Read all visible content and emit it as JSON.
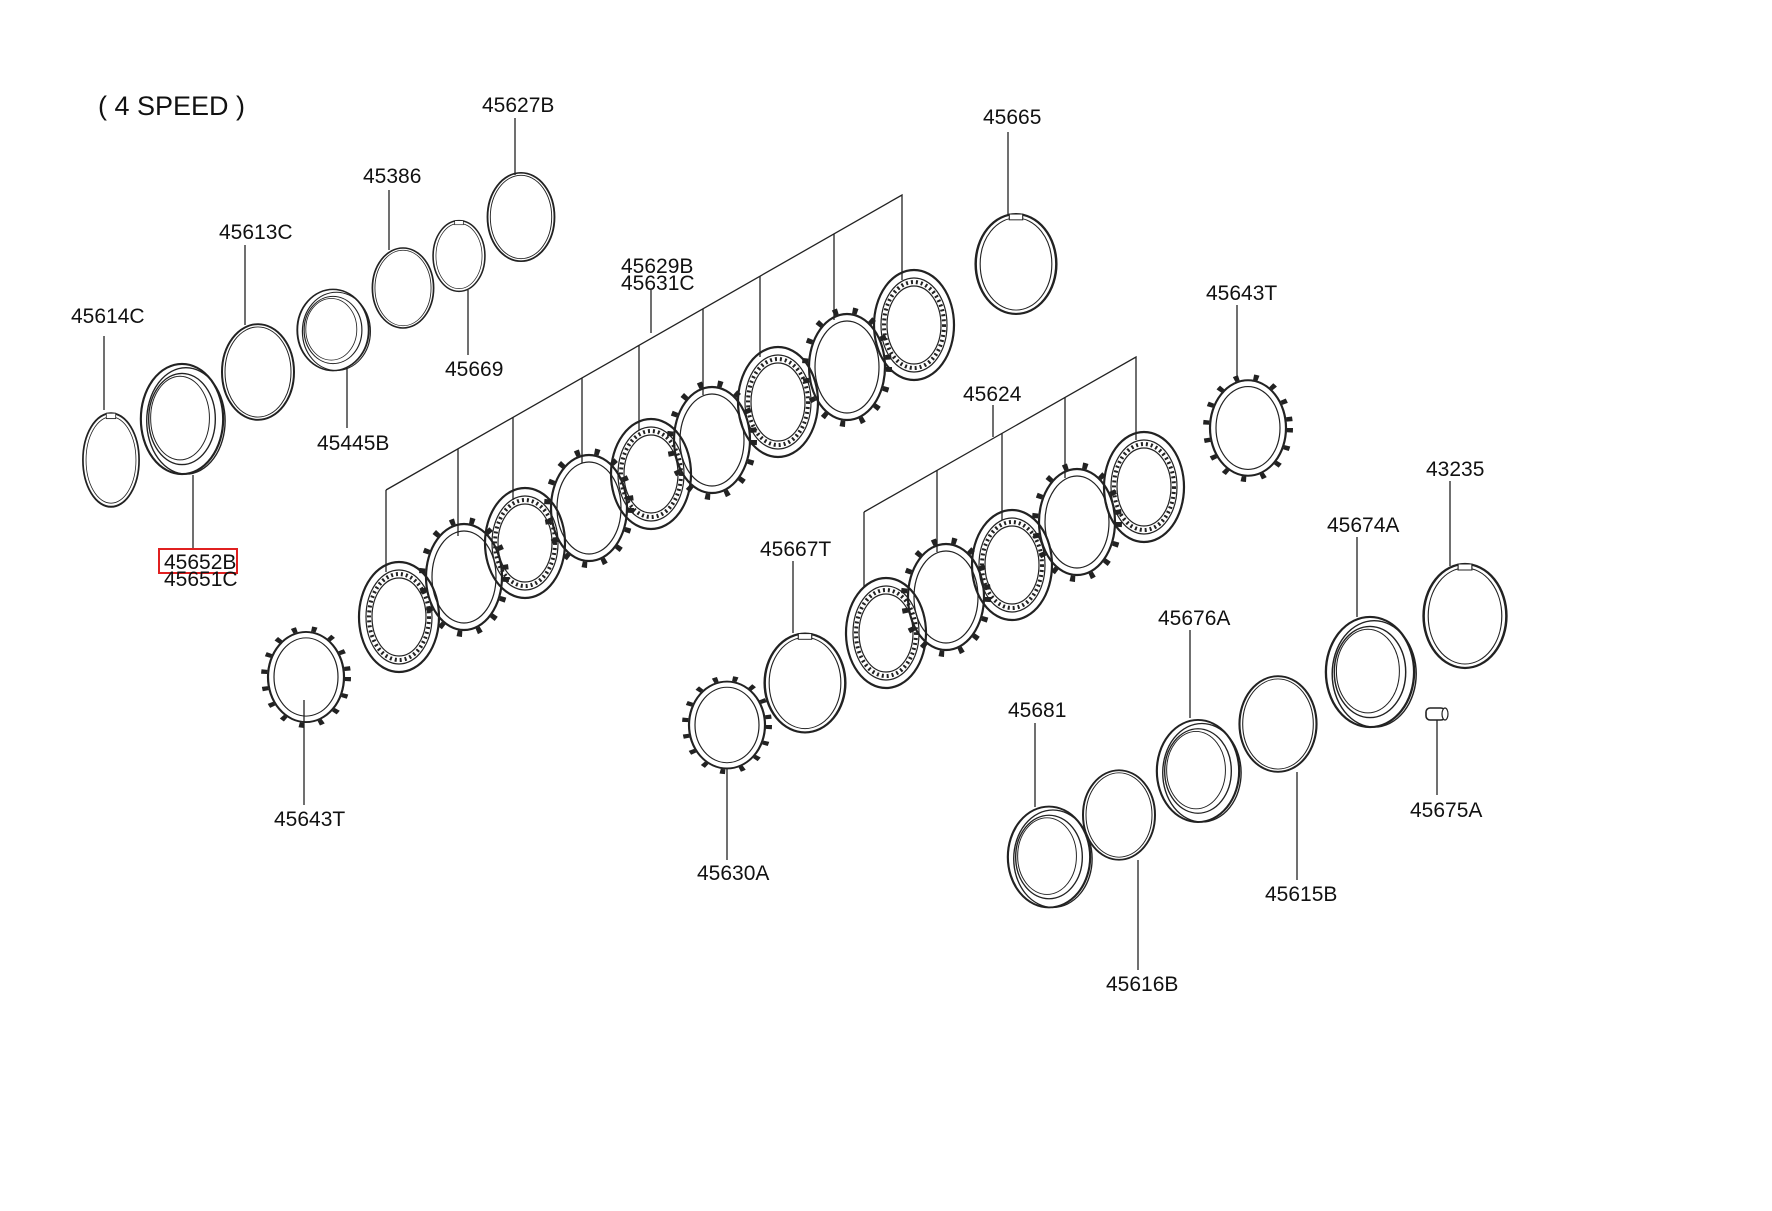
{
  "header": "( 4 SPEED )",
  "highlight_color": "#e02020",
  "parts": [
    {
      "key": "p45614C",
      "label": "45614C"
    },
    {
      "key": "p45652B",
      "label": "45652B",
      "highlighted": true
    },
    {
      "key": "p45651C",
      "label": "45651C"
    },
    {
      "key": "p45613C",
      "label": "45613C"
    },
    {
      "key": "p45445B",
      "label": "45445B"
    },
    {
      "key": "p45386",
      "label": "45386"
    },
    {
      "key": "p45669",
      "label": "45669"
    },
    {
      "key": "p45627B",
      "label": "45627B"
    },
    {
      "key": "p45629B",
      "label": "45629B"
    },
    {
      "key": "p45631C",
      "label": "45631C"
    },
    {
      "key": "p45665",
      "label": "45665"
    },
    {
      "key": "p45643T_upper",
      "label": "45643T"
    },
    {
      "key": "p45643T_lower",
      "label": "45643T"
    },
    {
      "key": "p45624",
      "label": "45624"
    },
    {
      "key": "p45667T",
      "label": "45667T"
    },
    {
      "key": "p45630A",
      "label": "45630A"
    },
    {
      "key": "p43235",
      "label": "43235"
    },
    {
      "key": "p45674A",
      "label": "45674A"
    },
    {
      "key": "p45676A",
      "label": "45676A"
    },
    {
      "key": "p45681",
      "label": "45681"
    },
    {
      "key": "p45616B",
      "label": "45616B"
    },
    {
      "key": "p45615B",
      "label": "45615B"
    },
    {
      "key": "p45675A",
      "label": "45675A"
    }
  ]
}
